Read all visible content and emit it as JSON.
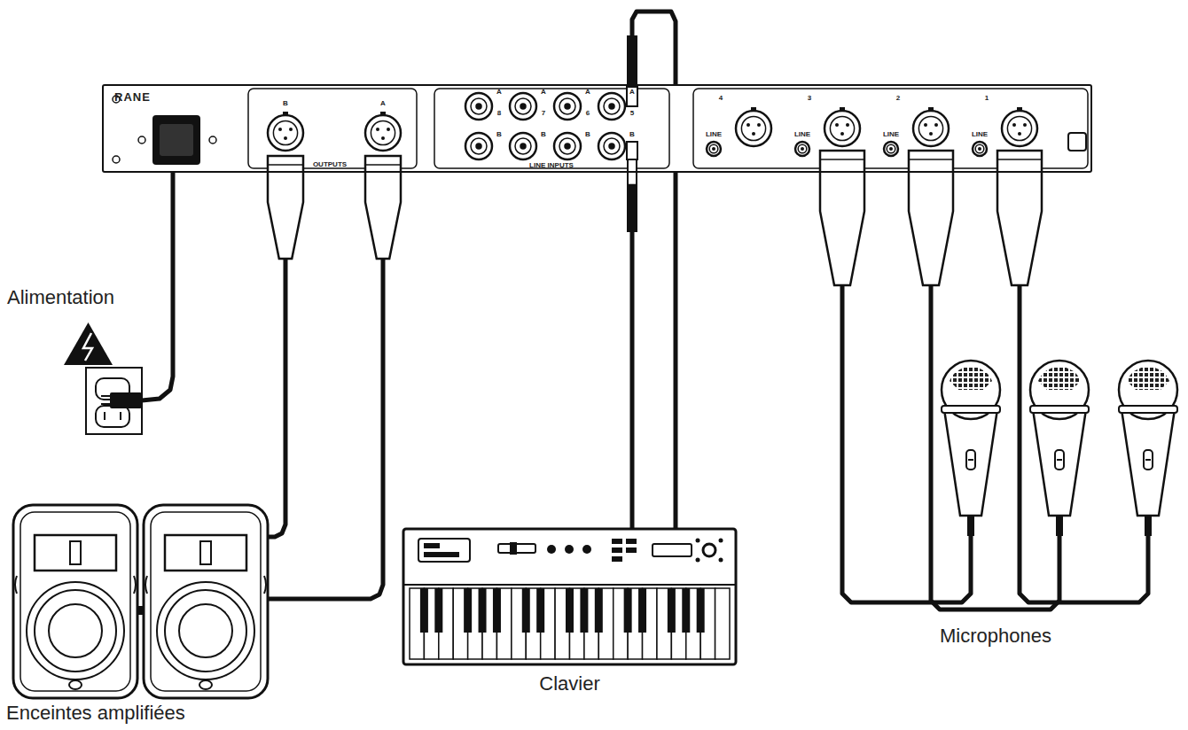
{
  "diagram": {
    "nodes": [
      {
        "text": [
          "RANE"
        ]
      },
      {
        "text": [
          "Alimentation"
        ]
      },
      {
        "text": [
          "Enceintes amplifiées"
        ]
      },
      {
        "text": [
          "Clavier"
        ]
      },
      {
        "text": [
          "Microphones"
        ]
      }
    ],
    "edges": [
      {
        "from": 0,
        "to": 1,
        "arrow": "none"
      },
      {
        "from": 0,
        "to": 2,
        "arrow": "none"
      },
      {
        "from": 0,
        "to": 2,
        "arrow": "none"
      },
      {
        "from": 3,
        "to": 0,
        "arrow": "none"
      },
      {
        "from": 3,
        "to": 0,
        "arrow": "none"
      },
      {
        "from": 4,
        "to": 0,
        "arrow": "none"
      },
      {
        "from": 4,
        "to": 0,
        "arrow": "none"
      },
      {
        "from": 4,
        "to": 0,
        "arrow": "none"
      }
    ],
    "labels": [
      "B",
      "A",
      "OUTPUTS",
      "8",
      "7",
      "6",
      "5",
      "A",
      "A",
      "A",
      "A",
      "B",
      "B",
      "B",
      "B",
      "LINE INPUTS",
      "4",
      "3",
      "2",
      "1",
      "LINE",
      "LINE",
      "LINE",
      "LINE"
    ]
  }
}
